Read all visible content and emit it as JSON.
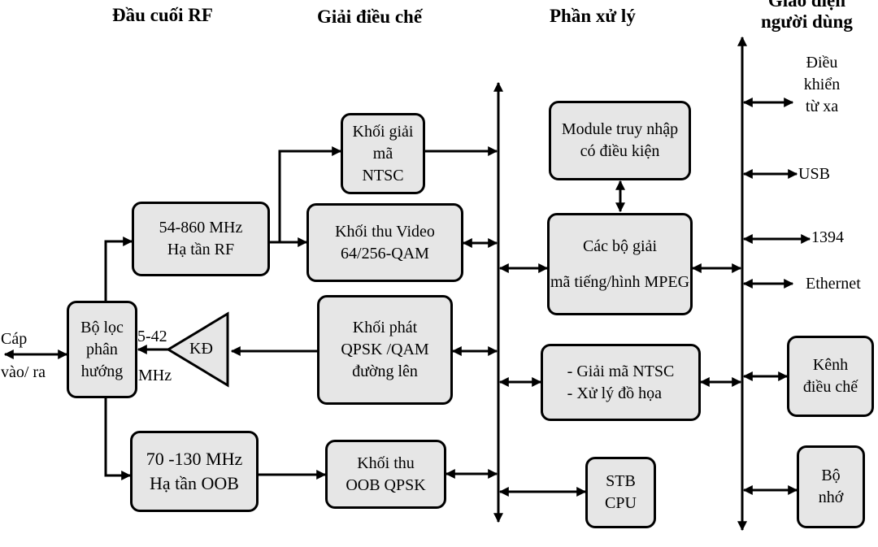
{
  "headers": {
    "rf": "Đầu cuối RF",
    "demod": "Giải điều chế",
    "proc": "Phần xử lý",
    "ui": "Giao diện\nngười dùng"
  },
  "boxes": {
    "filter": "Bộ lọc\nphân\nhướng",
    "rf_down": "54-860 MHz\nHạ tần RF",
    "oob_down": "70 -130 MHz\nHạ tần OOB",
    "ntsc_dec": "Khối giải\nmã\nNTSC",
    "video_rx": "Khối thu Video\n64/256-QAM",
    "qpsk_tx": "Khối phát\nQPSK /QAM\nđường lên",
    "oob_rx": "Khối thu\nOOB QPSK",
    "cam": "Module truy nhập\ncó điều kiện",
    "mpeg": "Các bộ giải\n\nmã tiếng/hình MPEG",
    "ntsc_gfx": "- Giải mã NTSC\n- Xử lý đồ họa",
    "cpu": "STB\nCPU",
    "mod_ch": "Kênh\nđiều chế",
    "memory": "Bộ\nnhớ"
  },
  "amp": {
    "label": "KĐ"
  },
  "labels": {
    "cable": "Cáp\nvào/ ra",
    "upband_top": "5-42",
    "upband_bottom": "MHz",
    "remote": "Điều\nkhiển\ntừ xa",
    "usb": "USB",
    "ieee1394": "1394",
    "ethernet": "Ethernet"
  },
  "colors": {
    "box_fill": "#e6e6e6",
    "line": "#000000"
  }
}
